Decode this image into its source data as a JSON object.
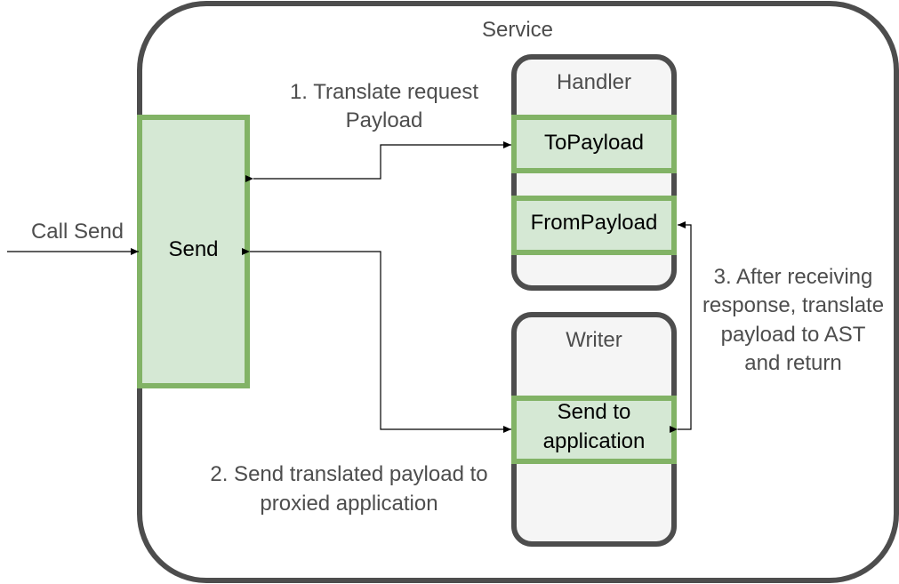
{
  "service": {
    "title": "Service"
  },
  "handler": {
    "title": "Handler",
    "to_payload": "ToPayload",
    "from_payload": "FromPayload"
  },
  "writer": {
    "title": "Writer",
    "send_to_application_line1": "Send to",
    "send_to_application_line2": "application"
  },
  "send": {
    "label": "Send"
  },
  "call_send": "Call Send",
  "steps": {
    "step1_line1": "1. Translate request",
    "step1_line2": "Payload",
    "step2_line1": "2. Send translated payload to",
    "step2_line2": "proxied application",
    "step3_line1": "3. After receiving",
    "step3_line2": "response, translate",
    "step3_line3": "payload to AST",
    "step3_line4": "and return"
  },
  "colors": {
    "container_stroke": "#4d4d4d",
    "container_fill": "#ffffff",
    "panel_fill": "#f5f5f5",
    "component_fill": "#d5e8d4",
    "component_stroke": "#82b366",
    "connector": "#000000"
  }
}
